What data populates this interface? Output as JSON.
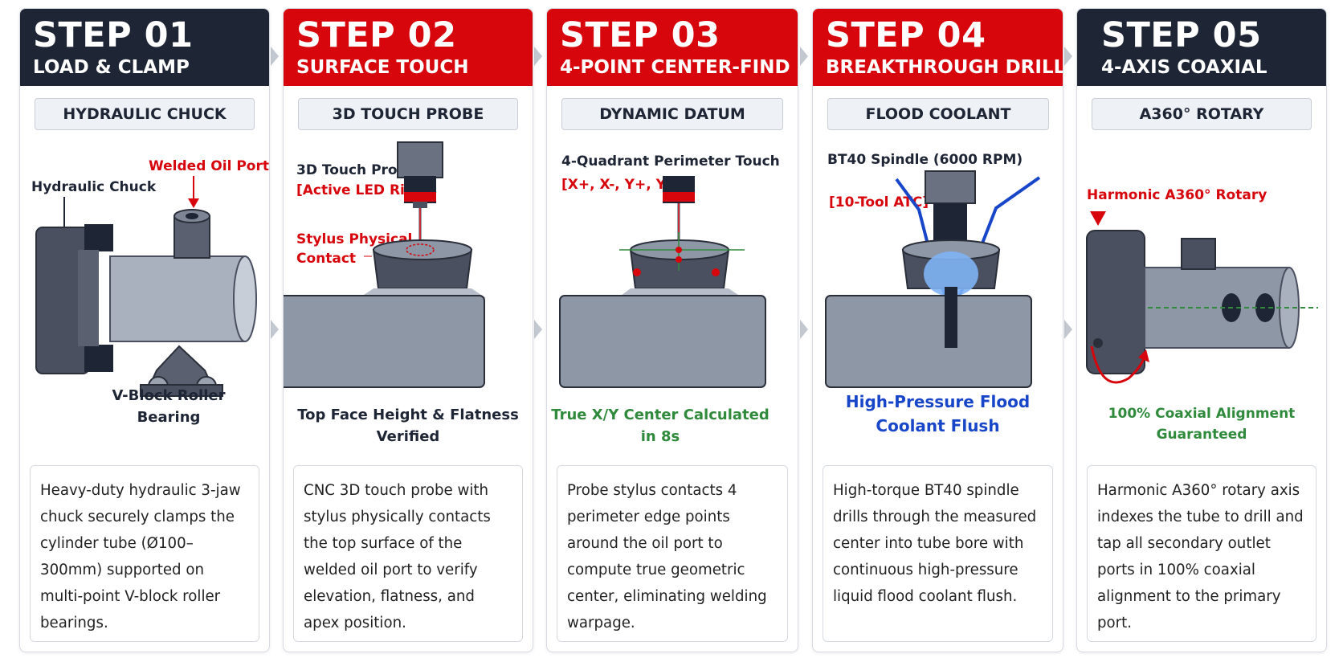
{
  "steps": [
    {
      "step": "STEP 01",
      "title": "LOAD & CLAMP",
      "component": "HYDRAULIC CHUCK",
      "labels": {
        "a": "Hydraulic Chuck",
        "b": "Welded Oil Port"
      },
      "caption": "V-Block Roller Bearing",
      "description": "Heavy-duty hydraulic 3-jaw chuck securely clamps the cylinder tube (Ø100–300mm) supported on multi-point V-block roller bearings."
    },
    {
      "step": "STEP 02",
      "title": "SURFACE TOUCH",
      "component": "3D TOUCH PROBE",
      "labels": {
        "a": "3D Touch Probe",
        "b": "[Active LED Ring]",
        "c": "Stylus Physical",
        "d": "Contact"
      },
      "caption": "Top Face Height & Flatness Verified",
      "description": "CNC 3D touch probe with stylus physically contacts the top surface of the welded oil port to verify elevation, flatness, and apex position."
    },
    {
      "step": "STEP 03",
      "title": "4-POINT CENTER-FIND",
      "component": "DYNAMIC DATUM",
      "labels": {
        "a": "4-Quadrant Perimeter Touch",
        "b": "[X+, X-, Y+, Y-]"
      },
      "caption": "True X/Y Center Calculated in 8s",
      "description": "Probe stylus contacts 4 perimeter edge points around the oil port to compute true geometric center, eliminating welding warpage."
    },
    {
      "step": "STEP 04",
      "title": "BREAKTHROUGH DRILL",
      "component": "FLOOD COOLANT",
      "labels": {
        "a": "BT40 Spindle (6000 RPM)",
        "b": "[10-Tool ATC]"
      },
      "caption": "High-Pressure Flood Coolant Flush",
      "description": "High-torque BT40 spindle drills through the measured center into tube bore with continuous high-pressure liquid flood coolant flush."
    },
    {
      "step": "STEP 05",
      "title": "4-AXIS COAXIAL",
      "component": "A360° ROTARY",
      "labels": {
        "a": "Harmonic A360° Rotary"
      },
      "caption": "100% Coaxial Alignment Guaranteed",
      "description": "Harmonic A360° rotary axis indexes the tube to drill and tap all secondary outlet ports in 100% coaxial alignment to the primary port."
    }
  ],
  "colors": {
    "dark": "#1e2535",
    "red": "#d6060c",
    "metal": "#8e97a6",
    "metal_dark": "#4a5060",
    "green": "#2f8a3c",
    "blue": "#1846c8"
  }
}
